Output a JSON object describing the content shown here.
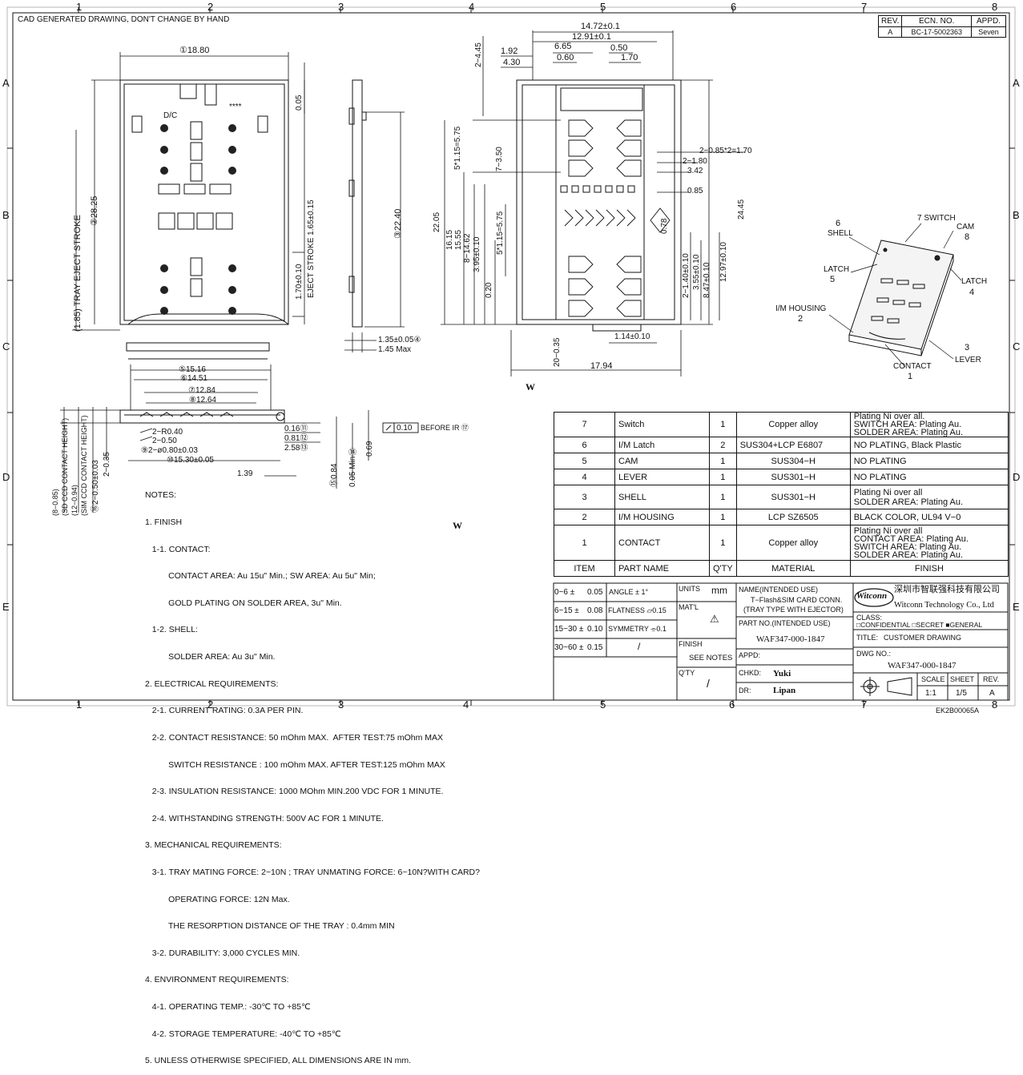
{
  "header": {
    "cad_note": "CAD GENERATED DRAWING, DON'T CHANGE BY HAND",
    "grid_columns": [
      "1",
      "2",
      "3",
      "4",
      "5",
      "6",
      "7",
      "8"
    ],
    "grid_rows": [
      "A",
      "B",
      "C",
      "D",
      "E"
    ]
  },
  "revision": {
    "headers": [
      "REV.",
      "ECN. NO.",
      "APPD."
    ],
    "row": [
      "A",
      "BC-17-5002363",
      "Seven"
    ]
  },
  "dimensions": {
    "view1": [
      "①18.80",
      "②28.25",
      "(1.85) TRAY EJECT STROKE",
      "D/C",
      "****",
      "0.05",
      "EJECT STROKE 1.65±0.15",
      "1.70±0.10"
    ],
    "view2": [
      "③22.40",
      "1.35±0.05④",
      "1.45 Max"
    ],
    "view3_top": [
      "14.72±0.1",
      "12.91±0.1",
      "6.65",
      "0.50",
      "1.92",
      "4.30",
      "0.60",
      "1.70",
      "2−4.45"
    ],
    "view3_left": [
      "5*1.15=5.75",
      "7−3.50",
      "22.05",
      "16.15",
      "15.55",
      "8−14.62",
      "3.95±0.10",
      "5*1.15=5.75",
      "0.20",
      "20−0.35"
    ],
    "view3_right": [
      "2−0.85*2=1.70",
      "2−1.80",
      "3.42",
      "0.85",
      "24.45",
      "0.78",
      "2−1.40±0.10",
      "3.55±0.10",
      "8.47±0.10",
      "12.97±0.10",
      "1.14±0.10",
      "17.94"
    ],
    "view4": [
      "⑤15.16",
      "⑥14.51",
      "⑦12.84",
      "⑧12.64",
      "0.16⑪",
      "0.81⑫",
      "2.58⑬",
      "0.10",
      "BEFORE IR ⑰",
      "2−R0.40",
      "2−0.50",
      "⑨2−ø0.80±0.03",
      "⑩15.30±0.05",
      "2−0.35",
      "⑯2−0.50±0.03",
      "1.39",
      "⑮0.84",
      "0.05 Min",
      "⑭",
      "0.69"
    ],
    "view4_side": [
      "(8−0.85)",
      "(SD CCD CONTACT HEIGHT)",
      "(12−0.94)",
      "(SIM CCD CONTACT HEIGHT)"
    ]
  },
  "iso_labels": {
    "switch": "7 SWITCH",
    "cam_label": "CAM",
    "cam_num": "8",
    "shell_num": "6",
    "shell_label": "SHELL",
    "latch_left_label": "LATCH",
    "latch_left_num": "5",
    "latch_right_label": "LATCH",
    "latch_right_num": "4",
    "housing_label": "I/M HOUSING",
    "housing_num": "2",
    "lever_num": "3",
    "lever_label": "LEVER",
    "contact_label": "CONTACT",
    "contact_num": "1"
  },
  "watermarks": [
    "W",
    "W"
  ],
  "notes": [
    "NOTES:",
    "1. FINISH",
    "   1-1. CONTACT:",
    "          CONTACT AREA: Au 15u\" Min.; SW AREA: Au 5u\" Min;",
    "          GOLD PLATING ON SOLDER AREA, 3u\" Min.",
    "   1-2. SHELL:",
    "          SOLDER AREA: Au 3u\" Min.",
    "2. ELECTRICAL REQUIREMENTS:",
    "   2-1. CURRENT RATING: 0.3A PER PIN.",
    "   2-2. CONTACT RESISTANCE: 50 mOhm MAX.  AFTER TEST:75 mOhm MAX",
    "          SWITCH RESISTANCE : 100 mOhm MAX. AFTER TEST:125 mOhm MAX",
    "   2-3. INSULATION RESISTANCE: 1000 MOhm MIN.200 VDC FOR 1 MINUTE.",
    "   2-4. WITHSTANDING STRENGTH: 500V AC FOR 1 MINUTE.",
    "3. MECHANICAL REQUIREMENTS:",
    "   3-1. TRAY MATING FORCE: 2~10N ; TRAY UNMATING FORCE: 6~10N?WITH CARD?",
    "          OPERATING FORCE: 12N Max.",
    "          THE RESORPTION DISTANCE OF THE TRAY : 0.4mm MIN",
    "   3-2. DURABILITY: 3,000 CYCLES MIN.",
    "4. ENVIRONMENT REQUIREMENTS:",
    "   4-1. OPERATING TEMP.: -30℃ TO +85℃",
    "   4-2. STORAGE TEMPERATURE: -40℃ TO +85℃",
    "5. UNLESS OTHERWISE SPECIFIED, ALL DIMENSIONS ARE IN mm."
  ],
  "bom": {
    "headers": [
      "ITEM",
      "PART NAME",
      "Q'TY",
      "MATERIAL",
      "FINISH"
    ],
    "rows": [
      {
        "item": "7",
        "name": "Switch",
        "qty": "1",
        "material": "Copper alloy",
        "finish": [
          "Plating Ni over all.",
          "SWITCH AREA: Plating Au.",
          "SOLDER AREA: Plating Au."
        ]
      },
      {
        "item": "6",
        "name": "I/M Latch",
        "qty": "2",
        "material": "SUS304+LCP E6807",
        "finish": [
          "NO PLATING, Black Plastic"
        ]
      },
      {
        "item": "5",
        "name": "CAM",
        "qty": "1",
        "material": "SUS304−H",
        "finish": [
          "NO PLATING"
        ]
      },
      {
        "item": "4",
        "name": "LEVER",
        "qty": "1",
        "material": "SUS301−H",
        "finish": [
          "NO PLATING"
        ]
      },
      {
        "item": "3",
        "name": "SHELL",
        "qty": "1",
        "material": "SUS301−H",
        "finish": [
          "Plating Ni over all",
          "SOLDER AREA: Plating Au."
        ]
      },
      {
        "item": "2",
        "name": "I/M HOUSING",
        "qty": "1",
        "material": "LCP SZ6505",
        "finish": [
          "BLACK COLOR, UL94 V−0"
        ]
      },
      {
        "item": "1",
        "name": "CONTACT",
        "qty": "1",
        "material": "Copper alloy",
        "finish": [
          "Plating Ni over all",
          "CONTACT AREA: Plating Au.",
          "SWITCH AREA: Plating Au.",
          "SOLDER AREA: Plating Au."
        ]
      }
    ]
  },
  "title_block": {
    "tolerances": [
      {
        "range": "0~6 ±",
        "value": "0.05",
        "geo": "ANGLE  ± 1°"
      },
      {
        "range": "6~15 ±",
        "value": "0.08",
        "geo": "FLATNESS ⏥0.15"
      },
      {
        "range": "15~30 ±",
        "value": "0.10",
        "geo": "SYMMETRY ⌯0.1"
      },
      {
        "range": "30~60 ±",
        "value": "0.15",
        "geo": "/"
      }
    ],
    "units_label": "UNITS",
    "units_value": "mm",
    "matl_label": "MAT'L",
    "matl_symbol": "⚠",
    "finish_label": "FINISH",
    "finish_value": "SEE NOTES",
    "qty_label": "Q'TY",
    "qty_value": "/",
    "name_label": "NAME(INTENDED USE)",
    "name_value_1": "T−Flash&SIM CARD CONN.",
    "name_value_2": "(TRAY TYPE WITH EJECTOR)",
    "part_label": "PART NO.(INTENDED USE)",
    "part_value": "WAF347-000-1847",
    "appd_label": "APPD:",
    "chkd_label": "CHKD:",
    "chkd_value": "Yuki",
    "dr_label": "DR:",
    "dr_value": "Lipan",
    "company_logo": "Witconn",
    "company_cn": "深圳市智联强科技有限公司",
    "company_en": "Witconn Technology Co., Ltd",
    "class_label": "CLASS:",
    "class_options": "□CONFIDENTIAL □SECRET ■GENERAL",
    "title_label": "TITLE:",
    "title_value": "CUSTOMER DRAWING",
    "dwg_label": "DWG NO.:",
    "dwg_value": "WAF347-000-1847",
    "scale_label": "SCALE",
    "scale_value": "1:1",
    "sheet_label": "SHEET",
    "sheet_value": "1/5",
    "rev_label": "REV.",
    "rev_value": "A",
    "form_no": "EK2B00065A"
  }
}
